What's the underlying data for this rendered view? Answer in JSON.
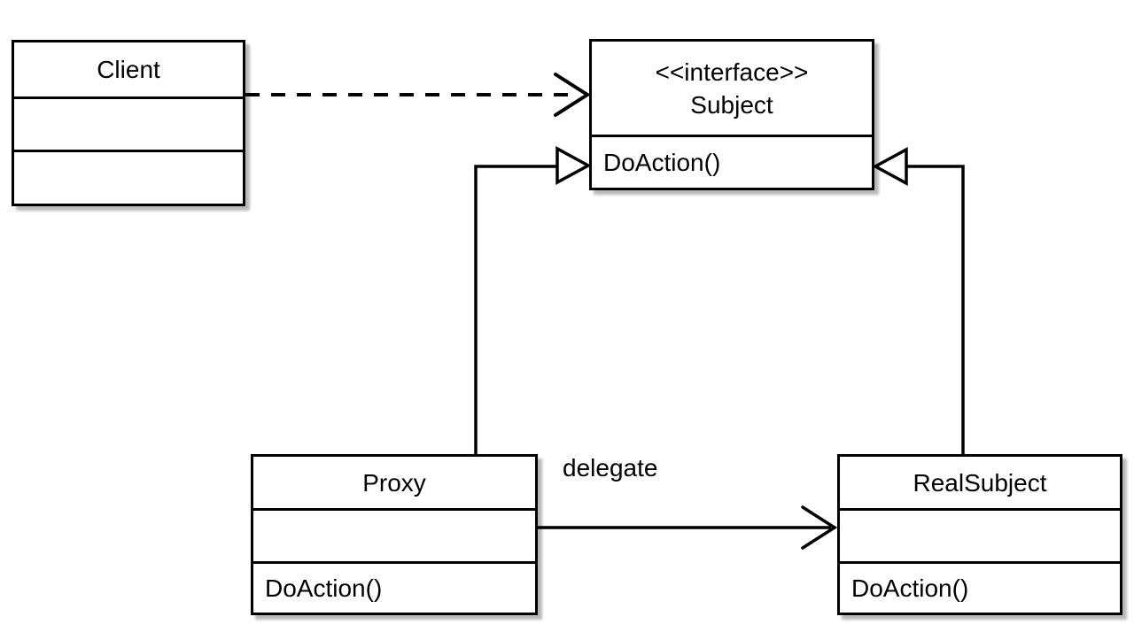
{
  "classes": {
    "client": {
      "name": "Client"
    },
    "subject": {
      "stereotype": "<<interface>>",
      "name": "Subject",
      "method": "DoAction()"
    },
    "proxy": {
      "name": "Proxy",
      "method": "DoAction()"
    },
    "realsubject": {
      "name": "RealSubject",
      "method": "DoAction()"
    }
  },
  "relationships": {
    "client_to_subject": "dependency-dashed-open-arrow",
    "proxy_to_subject": "realization-hollow-triangle",
    "realsubject_to_subject": "realization-hollow-triangle",
    "proxy_to_realsubject_label": "delegate"
  },
  "colors": {
    "line": "#000000",
    "background": "#ffffff",
    "box_fill": "#ffffff"
  }
}
